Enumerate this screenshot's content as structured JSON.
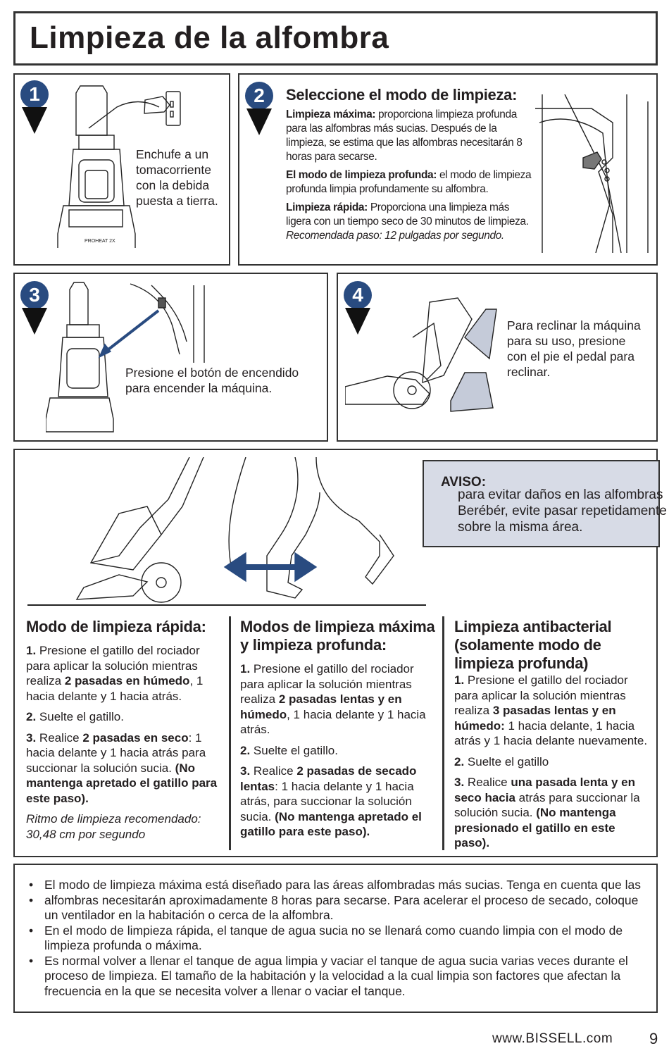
{
  "title": "Limpieza de la alfombra",
  "steps": {
    "s1": {
      "num": "1",
      "text": "Enchufe a un tomacorriente con la debida puesta a tierra."
    },
    "s2": {
      "num": "2",
      "title": "Seleccione el modo de limpieza:",
      "p1_bold": "Limpieza máxima:",
      "p1_text": " proporciona limpieza profunda para las alfombras más sucias. Después de la limpieza, se estima que las alfombras necesitarán 8 horas para secarse.",
      "p2_bold": "El modo de limpieza profunda:",
      "p2_text": " el modo de limpieza profunda limpia profundamente su alfombra.",
      "p3_bold": "Limpieza rápida:",
      "p3_text": " Proporciona una limpieza más ligera con un tiempo seco de 30 minutos de limpieza. ",
      "p3_italic": "Recomendada paso: 12 pulgadas por segundo."
    },
    "s3": {
      "num": "3",
      "text": "Presione el botón de encendido para encender la máquina."
    },
    "s4": {
      "num": "4",
      "text": "Para reclinar la máquina para su uso, presione con el pie el pedal para reclinar."
    }
  },
  "illustration_labels": {
    "brand_small": "PROHEAT 2X"
  },
  "notice": {
    "bold": "AVISO:",
    "text": " para evitar daños en las alfombras Berébér, evite pasar repetidamente sobre la misma área."
  },
  "col1": {
    "title": "Modo de limpieza rápida:",
    "p1_num": "1.",
    "p1_a": " Presione el gatillo del rociador para aplicar la solución mientras realiza ",
    "p1_b": "2 pasadas en húmedo",
    "p1_c": ", 1 hacia delante y 1 hacia atrás.",
    "p2_num": "2.",
    "p2_a": " Suelte el gatillo.",
    "p3_num": "3.",
    "p3_a": " Realice ",
    "p3_b": "2 pasadas en seco",
    "p3_c": ": 1 hacia delante y 1 hacia atrás para succionar la solución sucia. ",
    "p3_d": "(No mantenga apretado el gatillo para este paso).",
    "p4": "Ritmo de limpieza recomendado: 30,48 cm por segundo"
  },
  "col2": {
    "title": "Modos de limpieza máxima y limpieza profunda:",
    "p1_num": "1.",
    "p1_a": " Presione el gatillo del rociador para aplicar la solución mientras realiza ",
    "p1_b": "2 pasadas lentas y en húmedo",
    "p1_c": ", 1 hacia delante y 1 hacia atrás.",
    "p2_num": "2.",
    "p2_a": " Suelte el gatillo.",
    "p3_num": "3.",
    "p3_a": " Realice ",
    "p3_b": "2 pasadas de secado lentas",
    "p3_c": ": 1 hacia delante y 1 hacia atrás, para succionar la solución sucia. ",
    "p3_d": "(No mantenga apretado el gatillo para este paso)."
  },
  "col3": {
    "title": "Limpieza antibacterial (solamente modo de limpieza profunda)",
    "p1_num": "1.",
    "p1_a": " Presione el gatillo del rociador para aplicar la solución mientras realiza ",
    "p1_b": "3 pasadas lentas y en húmedo:",
    "p1_c": " 1 hacia delante, 1 hacia atrás y 1 hacia delante nuevamente.",
    "p2_num": "2.",
    "p2_a": " Suelte el gatillo",
    "p3_num": "3.",
    "p3_a": " Realice ",
    "p3_b": "una pasada lenta y en seco hacia",
    "p3_c": " atrás para succionar la solución sucia. ",
    "p3_d": "(No mantenga presionado el gatillo en este paso)."
  },
  "bullets": [
    "El modo de limpieza máxima está diseñado para las áreas alfombradas más sucias. Tenga en cuenta que las",
    "alfombras necesitarán aproximadamente 8 horas para secarse. Para acelerar el proceso de secado, coloque un ventilador en la habitación o cerca de la alfombra.",
    "En el modo de limpieza rápida, el tanque de agua sucia no se llenará como cuando limpia con el modo de limpieza profunda o máxima.",
    "Es normal volver a llenar el tanque de agua limpia y vaciar el tanque de agua sucia varias veces durante el proceso de limpieza. El tamaño de la habitación y la velocidad a la cual limpia son factores que afectan la frecuencia en la que se necesita volver a llenar o vaciar el tanque."
  ],
  "footer": {
    "url": "www.BISSELL.com",
    "page": "9"
  },
  "colors": {
    "badge": "#294b80",
    "arrow": "#294b80",
    "notice_bg": "#d7dbe6"
  }
}
